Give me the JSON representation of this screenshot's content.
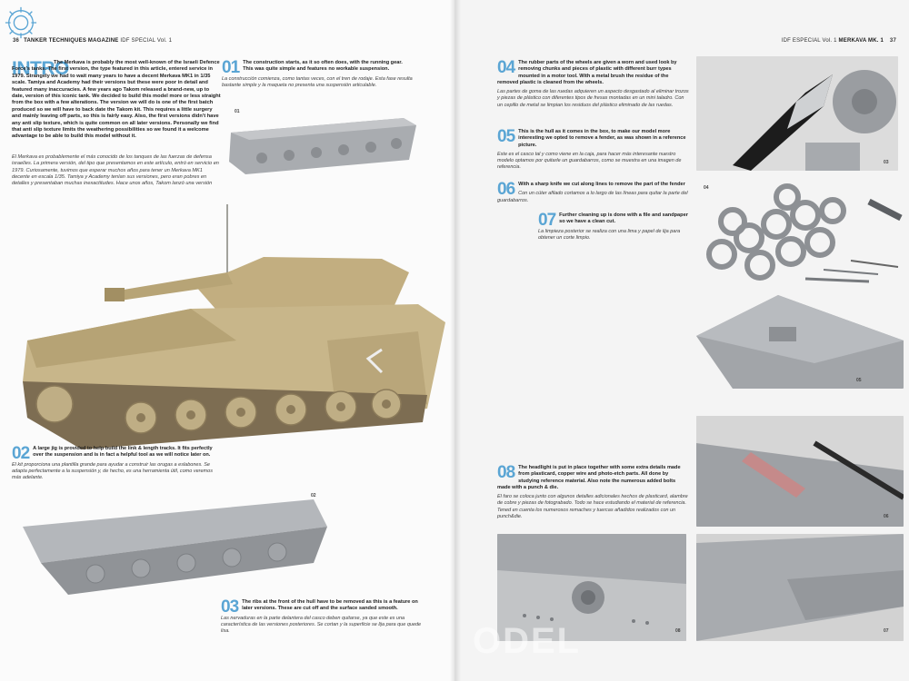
{
  "left_page": {
    "number": "36",
    "magazine": "TANKER TECHNIQUES MAGAZINE",
    "edition": "IDF SPECIAL Vol. 1"
  },
  "right_page": {
    "number": "37",
    "edition": "IDF ESPECIAL Vol. 1",
    "title": "MERKAVA MK. 1"
  },
  "intro": {
    "label": "INTRO",
    "en": "The Merkava is probably the most well-known of the Israeli Defence Force's tanks. The first version, the type featured in this article, entered service in 1979. Strangely we had to wait many years to have a decent Merkava MK1 in 1/35 scale. Tamiya and Academy had their versions but these were poor in detail and featured many inaccuracies. A few years ago Takom released a brand-new, up to date, version of this iconic tank. We decided to build this model more or less straight from the box with a few alterations. The version we will do is one of the first batch produced so we will have to back date the Takom kit. This requires a little surgery and mainly leaving off parts, so this is fairly easy. Also, the first versions didn't have any anti slip texture, which is quite common on all later versions. Personally we find that anti slip texture limits the weathering possibilities so we found it a welcome advantage to be able to build this model without it.",
    "es": "El Merkava es probablemente el más conocido de los tanques de las fuerzas de defensa israelíes. La primera versión, del tipo que presentamos en este artículo, entró en servicio en 1979. Curiosamente, tuvimos que esperar muchos años para tener un Merkava MK1 decente en escala 1/35. Tamiya y Academy tenían sus versiones, pero eran pobres en detalles y presentaban muchas inexactitudes. Hace unos años, Takom lanzó una versión nueva y actualizada de este tanque icónico. Decidimos construir este modelo más o menos directamente de la caja con algunas modificaciones. La versión que haremos será una del primer lote producido por lo que tendremos que desactualizar el kit de Takom. Esto requiere una pequeña cirugía y principalmente dejar partes sin montar, por lo que es bastante fácil. Además, las primeras versiones no tenían ninguna textura antideslizante, lo que es bastante común en todas las versiones posteriores. Personalmente, encontramos que la textura antideslizante limita las posibilidades de envejecimiento, por lo que nos pareció una ventaja poder construir este modelo sin esta capa."
  },
  "steps": [
    {
      "num": "01",
      "en": "The construction starts, as it so often does, with the running gear. This was quite simple and features no workable suspension.",
      "es": "La construcción comienza, como tantas veces, con el tren de rodaje. Esta fase resulta bastante simple y la maqueta no presenta una suspensión articulable."
    },
    {
      "num": "02",
      "en": "A large jig is provided to help build the link & length tracks. It fits perfectly over the suspension and is in fact a helpful tool as we will notice later on.",
      "es": "El kit proporciona una plantilla grande para ayudar a construir las orugas a eslabones. Se adapta perfectamente a la suspensión y, de hecho, es una herramienta útil, como veremos más adelante."
    },
    {
      "num": "03",
      "en": "The ribs at the front of the hull have to be removed as this is a feature on later versions. These are cut off and the surface sanded smooth.",
      "es": "Las nervaduras en la parte delantera del casco deben quitarse, ya que este es una característica de las versiones posteriores. Se cortan y la superficie se lija para que quede lisa."
    },
    {
      "num": "04",
      "en": "The rubber parts of the wheels are given a worn and used look by removing chunks and pieces of plastic with different burr types mounted in a motor tool. With a metal brush the residue of the removed plastic is cleaned from the wheels.",
      "es": "Las partes de goma de las ruedas adquieren un aspecto desgastado al eliminar trozos y piezas de plástico con diferentes tipos de fresas montadas en un mini taladro. Con un cepillo de metal se limpian los residuos del plástico eliminado de las ruedas."
    },
    {
      "num": "05",
      "en": "This is the hull as it comes in the box, to make our model more interesting we opted to remove a fender, as was shown in a reference picture.",
      "es": "Este es el casco tal y como viene en la caja, para hacer más interesante nuestro modelo optamos por quitarle un guardabarros, como se muestra en una imagen de referencia."
    },
    {
      "num": "06",
      "en": "With a sharp knife we cut along lines to remove the part of the fender",
      "es": "Con un cúter afilado cortamos a lo largo de las líneas para quitar la parte del guardabarros."
    },
    {
      "num": "07",
      "en": "Further cleaning up is done with a file and sandpaper so we have a clean cut.",
      "es": "La limpieza posterior se realiza con una lima y papel de lija para obtener un corte limpio."
    },
    {
      "num": "08",
      "en": "The headlight is put in place together with some extra details made from plasticard, copper wire and photo-etch parts. All done by studying reference material. Also note the numerous added bolts made with a punch & die.",
      "es": "El faro se coloca junto con algunos detalles adicionales hechos de plasticard, alambre de cobre y piezas de fotograbado. Todo se hace estudiando el material de referencia. Tened en cuenta los numerosos remaches y tuercas añadidos realizados con un punch&die."
    }
  ],
  "figures": [
    "01",
    "02",
    "03",
    "04",
    "05",
    "06",
    "07",
    "08"
  ],
  "watermark": "ODEL",
  "colors": {
    "accent": "#5aa5d4",
    "tank_sand": "#c8b68a",
    "primer_grey": "#9a9da1"
  }
}
